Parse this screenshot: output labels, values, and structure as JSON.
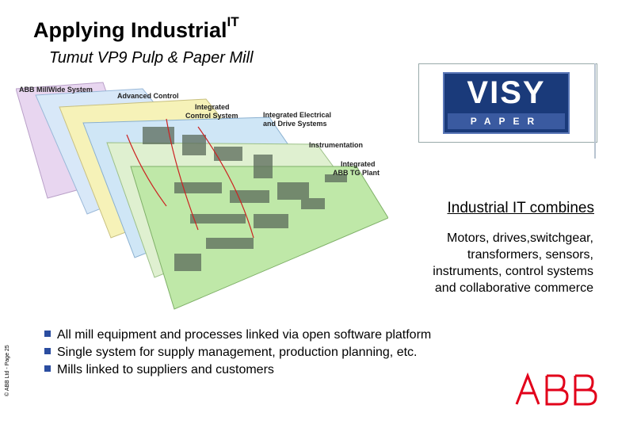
{
  "slide": {
    "title": "Applying Industrial",
    "title_superscript": "IT",
    "subtitle": "Tumut VP9 Pulp & Paper Mill"
  },
  "diagram": {
    "layers": [
      "ABB MillWide System",
      "Advanced Control",
      "Integrated",
      "Control System",
      "Integrated Electrical",
      "and Drive Systems",
      "Instrumentation",
      "Integrated",
      "ABB TG Plant"
    ]
  },
  "logo": {
    "top": "VISY",
    "bottom": "PAPER"
  },
  "combines": {
    "heading": "Industrial IT combines",
    "line1": "Motors, drives,switchgear,",
    "line2": "transformers, sensors,",
    "line3": "instruments, control systems",
    "line4": "and collaborative commerce"
  },
  "bullets": [
    "All mill equipment and processes linked via open software platform",
    "Single system for supply management, production planning, etc.",
    "Mills linked to suppliers and customers"
  ],
  "footer": {
    "copyright": "© ABB Ltd - Page 25"
  },
  "brand": {
    "logo_text": "ABB",
    "accent": "#2b4da0",
    "abb_red": "#e2001a"
  }
}
